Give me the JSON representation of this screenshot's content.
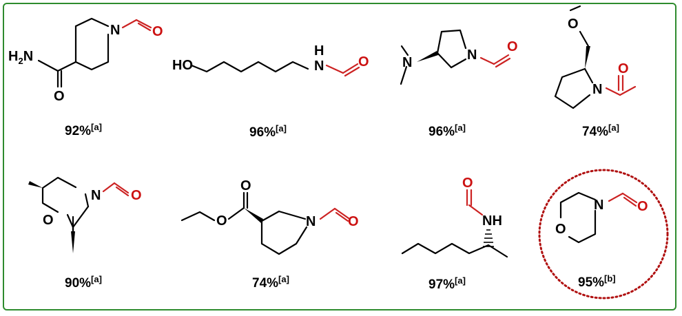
{
  "compounds": [
    {
      "yield": "92%",
      "note": "[a]",
      "labels": {
        "n": "N",
        "o_formyl": "O",
        "h2n": "H",
        "h2n_2": "2",
        "h2n_n": "N",
        "o_amide": "O"
      }
    },
    {
      "yield": "96%",
      "note": "[a]",
      "labels": {
        "ho": "HO",
        "nh_h": "H",
        "nh_n": "N",
        "o_formyl": "O"
      }
    },
    {
      "yield": "96%",
      "note": "[a]",
      "labels": {
        "nme2": "N",
        "n": "N",
        "o_formyl": "O"
      }
    },
    {
      "yield": "74%",
      "note": "[a]",
      "labels": {
        "o_ether": "O",
        "n": "N",
        "o_formyl": "O"
      }
    },
    {
      "yield": "90%",
      "note": "[a]",
      "labels": {
        "n": "N",
        "o_ring": "O",
        "o_formyl": "O"
      }
    },
    {
      "yield": "74%",
      "note": "[a]",
      "labels": {
        "o_carbonyl": "O",
        "o_ester": "O",
        "n": "N",
        "o_formyl": "O"
      }
    },
    {
      "yield": "97%",
      "note": "[a]",
      "labels": {
        "o_formyl": "O",
        "nh": "NH"
      }
    },
    {
      "yield": "95%",
      "note": "[b]",
      "labels": {
        "n": "N",
        "o_ring": "O",
        "o_formyl": "O"
      }
    }
  ],
  "colors": {
    "frame": "#2e8b2e",
    "formyl": "#cc1111",
    "highlight": "#b01010"
  }
}
